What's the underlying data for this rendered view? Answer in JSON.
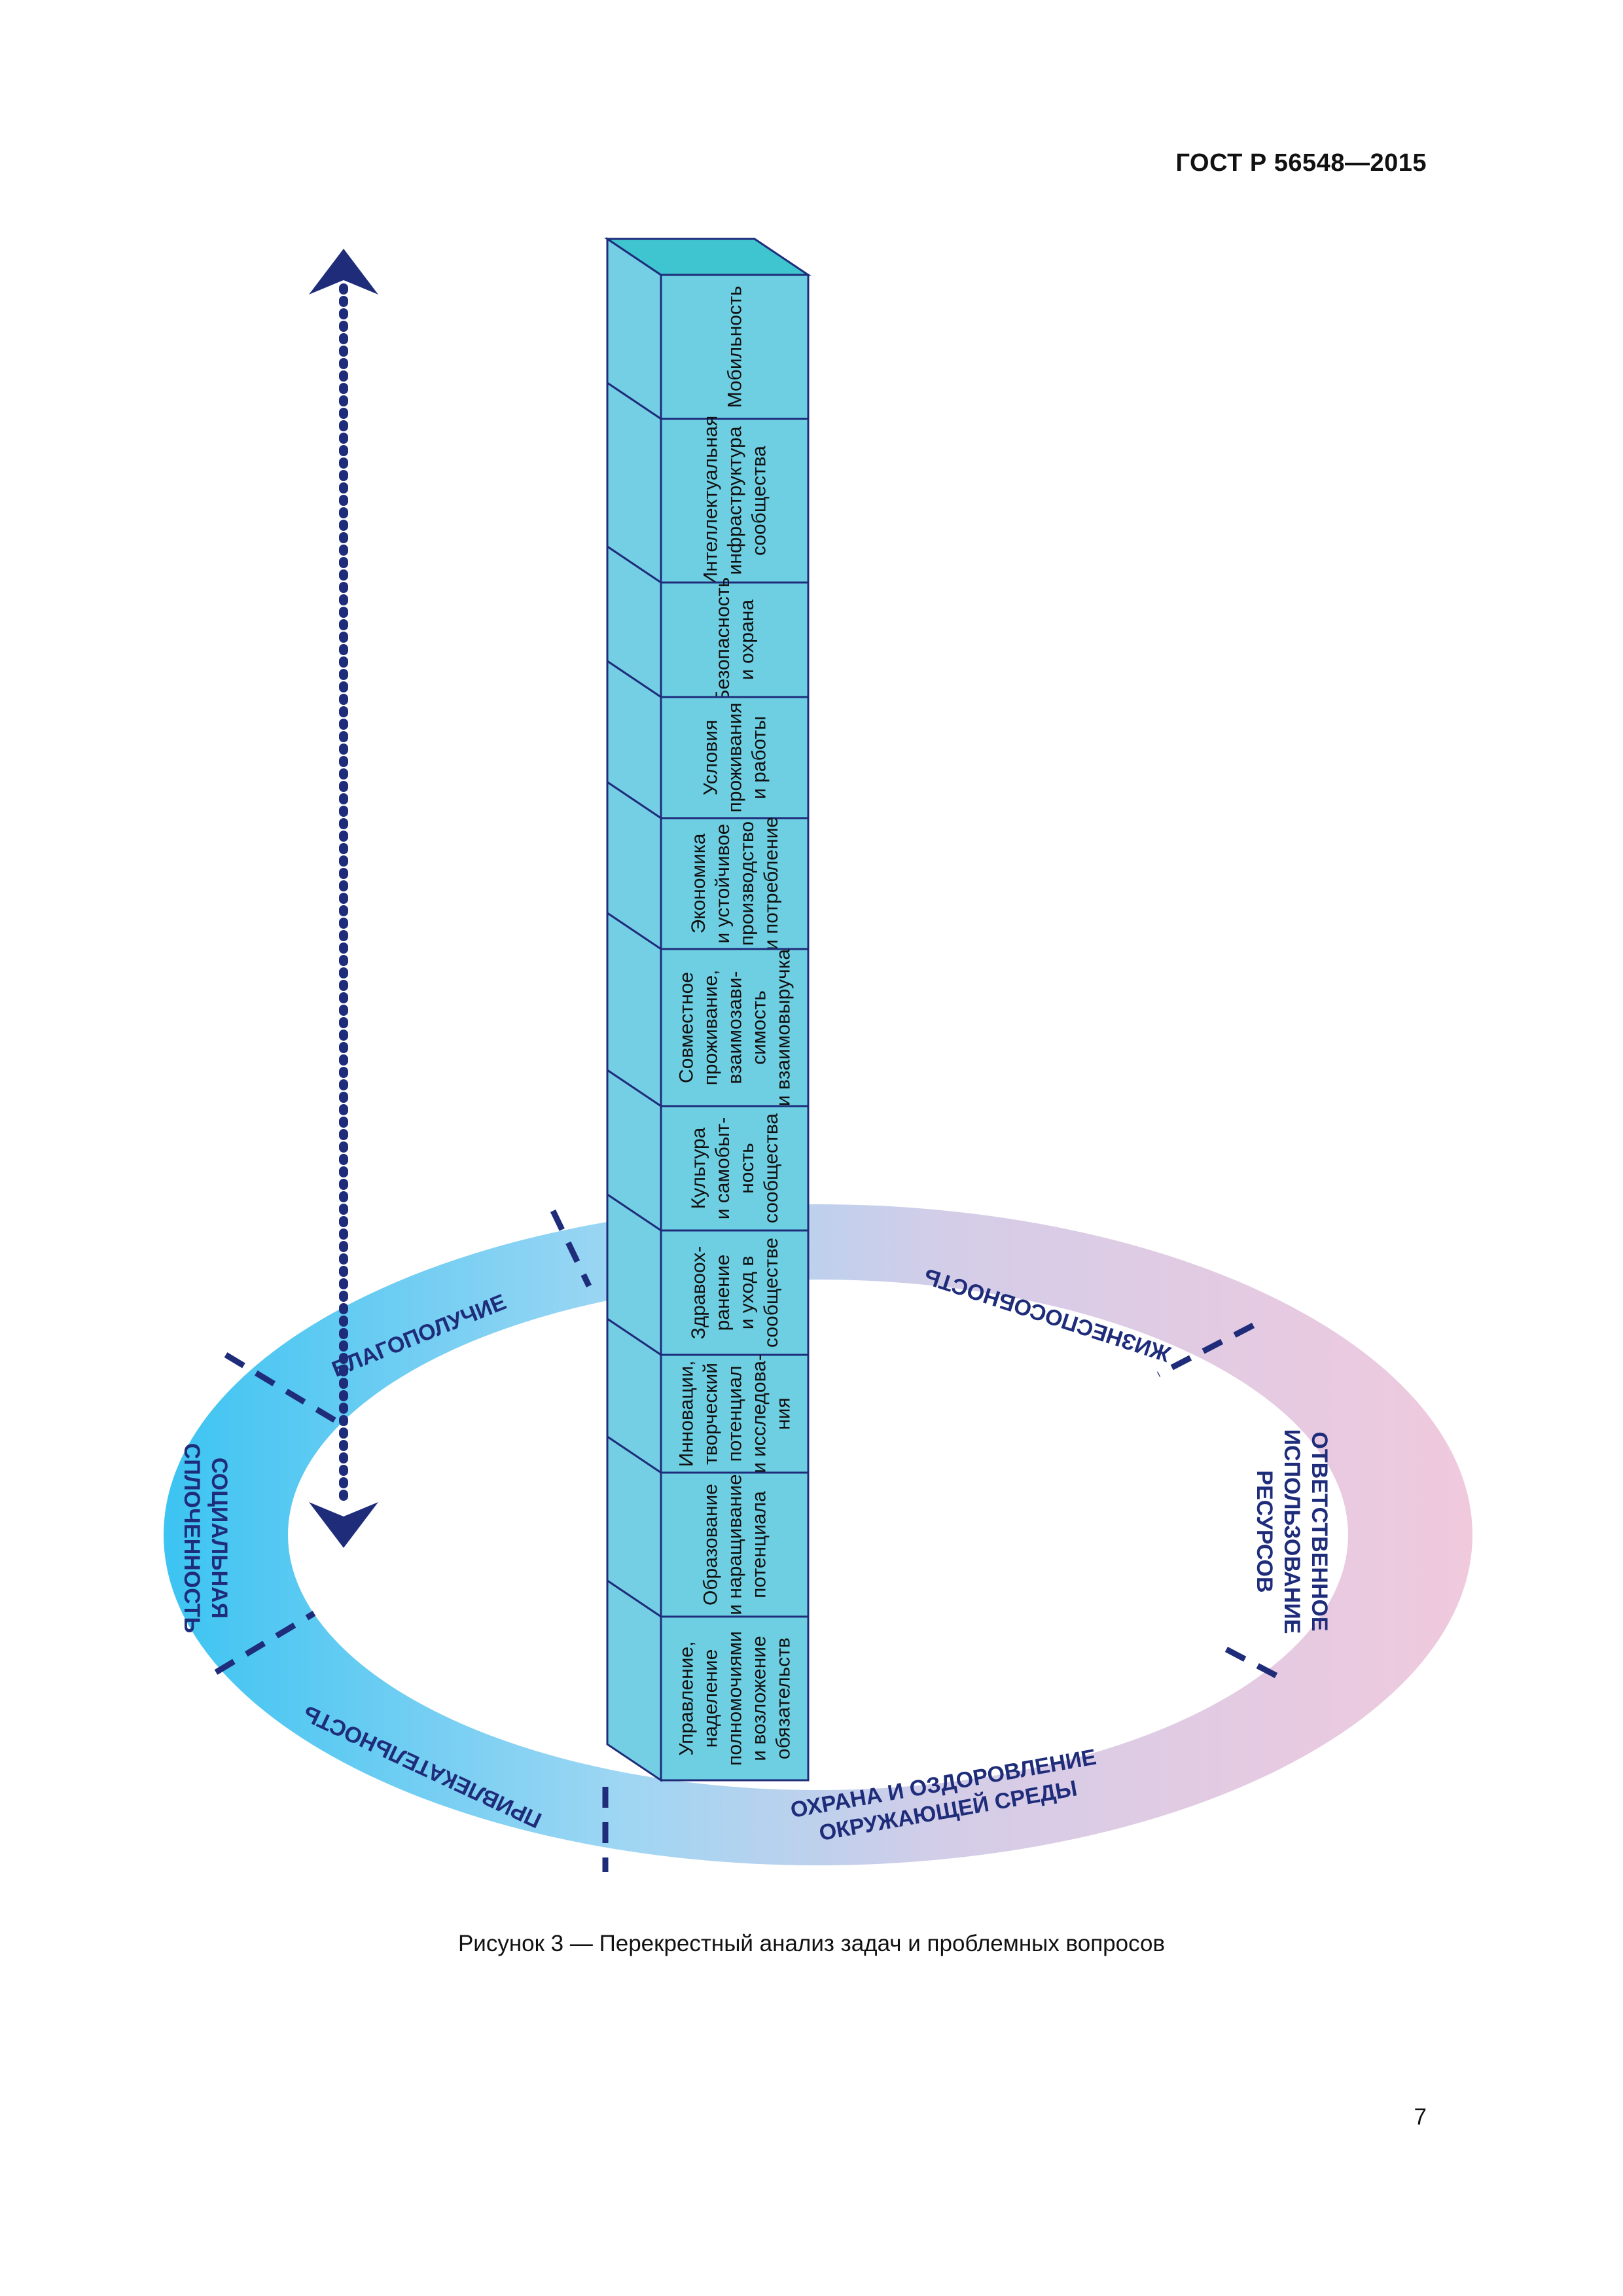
{
  "header": {
    "doc_code": "ГОСТ Р 56548—2015"
  },
  "figure": {
    "ring_labels": [
      "БЛАГОПОЛУЧИЕ",
      "ЖИЗНЕСПОСОБНОСТЬ",
      "ОТВЕТСТВЕННОЕ\nИСПОЛЬЗОВАНИЕ\nРЕСУРСОВ",
      "ОХРАНА И ОЗДОРОВЛЕНИЕ\nОКРУЖАЮЩЕЙ СРЕДЫ",
      "ПРИВЛЕКАТЕЛЬНОСТЬ",
      "СОЦИАЛЬНАЯ\nСПЛОЧЕННОСТЬ"
    ],
    "blocks": [
      "Мобильность",
      "Интеллектуальная\nинфраструктура\nсообщества",
      "Безопасность\nи охрана",
      "Условия\nпроживания\nи работы",
      "Экономика\nи устойчивое\nпроизводство\nи потребление",
      "Совместное\nпроживание,\nвзаимозави-\nсимость\nи взаимовыручка",
      "Культура\nи самобыт-\nность\nсообщества",
      "Здравоох-\nранение\nи уход в\nсообществе",
      "Инновации,\nтворческий\nпотенциал\nи исследова-\nния",
      "Образование\nи наращивание\nпотенциала",
      "Управление,\nнаделение\nполномочиями\nи возложение\nобязательств"
    ]
  },
  "caption": "Рисунок 3 — Перекрестный анализ задач и проблемных вопросов",
  "page_number": "7"
}
